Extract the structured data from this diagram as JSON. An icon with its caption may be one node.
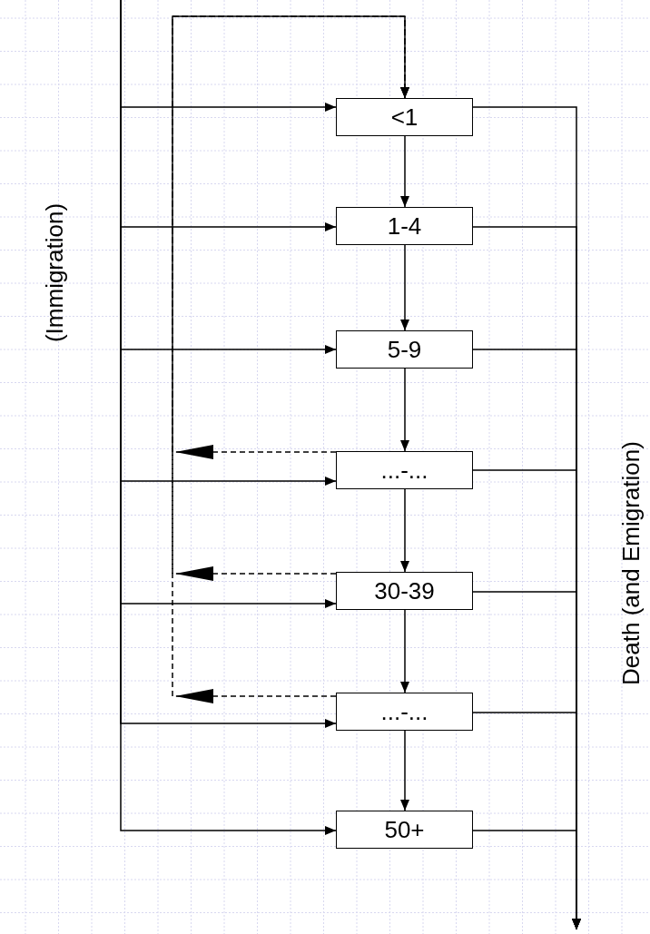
{
  "diagram": {
    "nodes": [
      {
        "text": [
          "<1"
        ]
      },
      {
        "text": [
          "1-4"
        ]
      },
      {
        "text": [
          "5-9"
        ]
      },
      {
        "text": [
          "...-..."
        ]
      },
      {
        "text": [
          "30-39"
        ]
      },
      {
        "text": [
          "...-..."
        ]
      },
      {
        "text": [
          "50+"
        ]
      }
    ],
    "edges": [
      {
        "from": 0,
        "to": 1,
        "arrow": "to"
      },
      {
        "from": 1,
        "to": 2,
        "arrow": "to"
      },
      {
        "from": 2,
        "to": 3,
        "arrow": "to"
      },
      {
        "from": 3,
        "to": 4,
        "arrow": "to"
      },
      {
        "from": 4,
        "to": 5,
        "arrow": "to"
      },
      {
        "from": 5,
        "to": 6,
        "arrow": "to"
      },
      {
        "from": null,
        "to": 0,
        "arrow": "to"
      },
      {
        "from": null,
        "to": 1,
        "arrow": "to"
      },
      {
        "from": null,
        "to": 2,
        "arrow": "to"
      },
      {
        "from": null,
        "to": 3,
        "arrow": "to"
      },
      {
        "from": null,
        "to": 4,
        "arrow": "to"
      },
      {
        "from": null,
        "to": 5,
        "arrow": "to"
      },
      {
        "from": null,
        "to": 6,
        "arrow": "to"
      },
      {
        "from": 0,
        "to": null,
        "arrow": "to"
      },
      {
        "from": 1,
        "to": null,
        "arrow": "to"
      },
      {
        "from": 2,
        "to": null,
        "arrow": "to"
      },
      {
        "from": 3,
        "to": null,
        "arrow": "to"
      },
      {
        "from": 4,
        "to": null,
        "arrow": "to"
      },
      {
        "from": 5,
        "to": null,
        "arrow": "to"
      },
      {
        "from": 6,
        "to": null,
        "arrow": "to"
      },
      {
        "from": 3,
        "to": 0,
        "arrow": "to",
        "style": "dashed"
      },
      {
        "from": 4,
        "to": 0,
        "arrow": "to",
        "style": "dashed"
      },
      {
        "from": 5,
        "to": 0,
        "arrow": "to",
        "style": "dashed"
      }
    ],
    "labels": [
      "(Immigration)",
      "Death (and Emigration)"
    ]
  }
}
